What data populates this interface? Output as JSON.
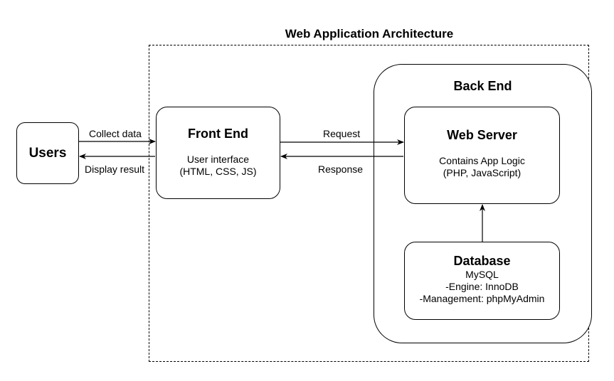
{
  "diagram": {
    "title": "Web Application Architecture",
    "nodes": {
      "users": {
        "label": "Users"
      },
      "frontend": {
        "title": "Front End",
        "line1": "User interface",
        "line2": "(HTML, CSS, JS)"
      },
      "backend": {
        "title": "Back End"
      },
      "webserver": {
        "title": "Web Server",
        "line1": "Contains App Logic",
        "line2": "(PHP, JavaScript)"
      },
      "database": {
        "title": "Database",
        "line1": "MySQL",
        "line2": "-Engine: InnoDB",
        "line3": "-Management: phpMyAdmin"
      }
    },
    "edges": {
      "collect": "Collect data",
      "display": "Display result",
      "request": "Request",
      "response": "Response"
    }
  }
}
